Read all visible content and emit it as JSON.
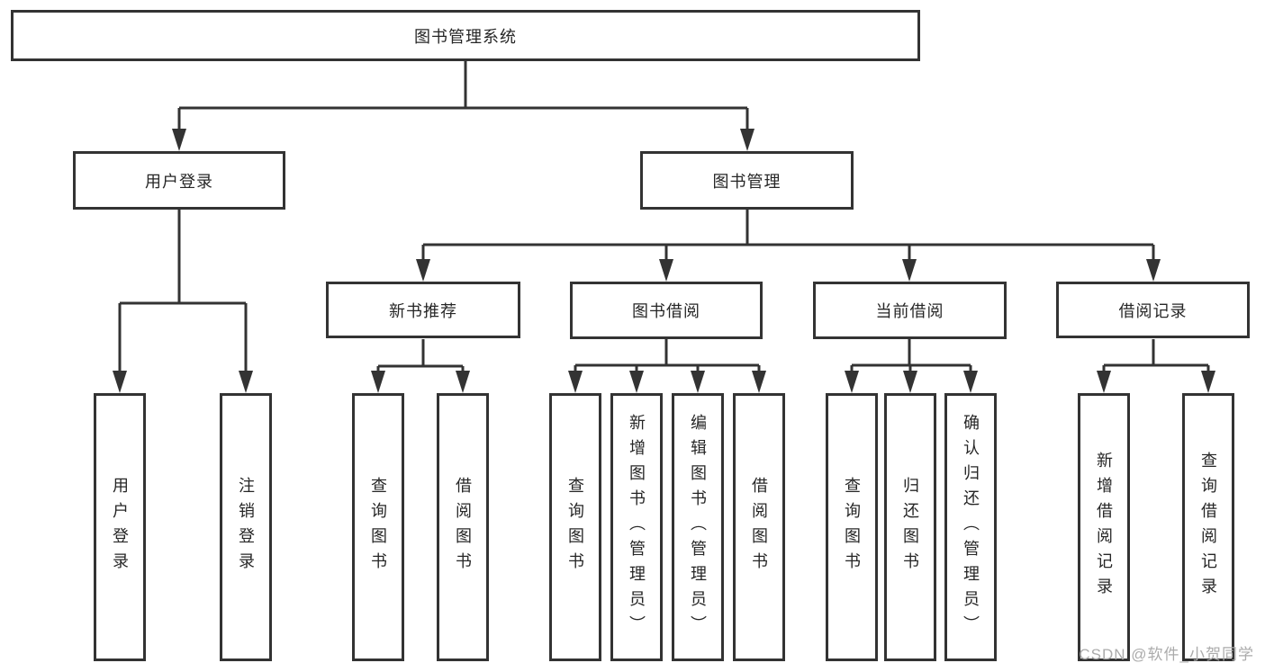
{
  "diagram_title": "图书管理系统",
  "watermark": "CSDN @软件_小贺同学",
  "colors": {
    "line": "#333333",
    "box_border": "#333333",
    "text": "#262626",
    "watermark": "#ababab",
    "background": "#ffffff"
  },
  "tree": {
    "label": "图书管理系统",
    "children": [
      {
        "label": "用户登录",
        "children": [
          {
            "label": "用户登录"
          },
          {
            "label": "注销登录"
          }
        ]
      },
      {
        "label": "图书管理",
        "children": [
          {
            "label": "新书推荐",
            "children": [
              {
                "label": "查询图书"
              },
              {
                "label": "借阅图书"
              }
            ]
          },
          {
            "label": "图书借阅",
            "children": [
              {
                "label": "查询图书"
              },
              {
                "label": "新增图书（管理员）"
              },
              {
                "label": "编辑图书（管理员）"
              },
              {
                "label": "借阅图书"
              }
            ]
          },
          {
            "label": "当前借阅",
            "children": [
              {
                "label": "查询图书"
              },
              {
                "label": "归还图书"
              },
              {
                "label": "确认归还（管理员）"
              }
            ]
          },
          {
            "label": "借阅记录",
            "children": [
              {
                "label": "新增借阅记录"
              },
              {
                "label": "查询借阅记录"
              }
            ]
          }
        ]
      }
    ]
  }
}
